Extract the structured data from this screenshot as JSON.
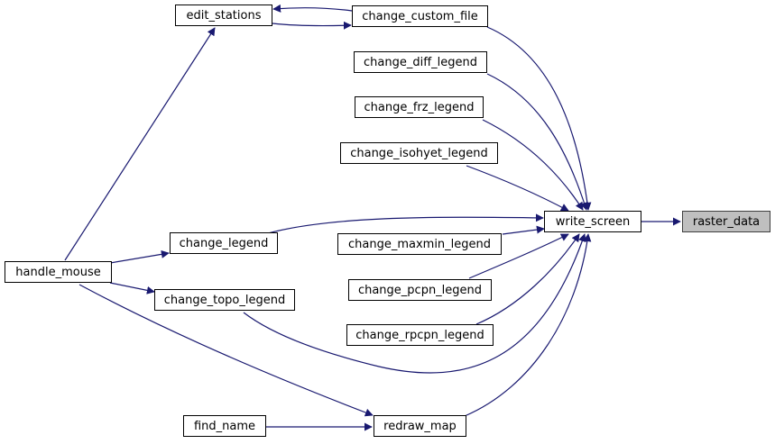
{
  "nodes": {
    "edit_stations": "edit_stations",
    "change_custom_file": "change_custom_file",
    "change_diff_legend": "change_diff_legend",
    "change_frz_legend": "change_frz_legend",
    "change_isohyet_legend": "change_isohyet_legend",
    "write_screen": "write_screen",
    "raster_data": "raster_data",
    "change_legend": "change_legend",
    "change_maxmin_legend": "change_maxmin_legend",
    "handle_mouse": "handle_mouse",
    "change_topo_legend": "change_topo_legend",
    "change_pcpn_legend": "change_pcpn_legend",
    "change_rpcpn_legend": "change_rpcpn_legend",
    "find_name": "find_name",
    "redraw_map": "redraw_map"
  },
  "colors": {
    "edge": "#191970",
    "highlight_fill": "#bfbfbf"
  }
}
